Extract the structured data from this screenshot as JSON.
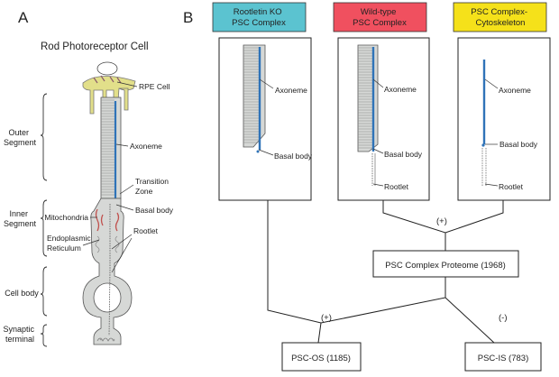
{
  "panel_a": {
    "letter": "A",
    "title": "Rod Photoreceptor Cell",
    "regions": {
      "outer_segment": [
        "Outer",
        "Segment"
      ],
      "inner_segment": [
        "Inner",
        "Segment"
      ],
      "cell_body": "Cell body",
      "synaptic_terminal": [
        "Synaptic",
        "terminal"
      ]
    },
    "labels": {
      "rpe_cell": "RPE Cell",
      "axoneme": "Axoneme",
      "transition_zone": [
        "Transition",
        "Zone"
      ],
      "basal_body": "Basal body",
      "mitochondria": "Mitochondria",
      "endoplasmic_reticulum": [
        "Endoplasmic",
        "Reticulum"
      ],
      "rootlet": "Rootlet"
    }
  },
  "panel_b": {
    "letter": "B",
    "complexes": [
      {
        "title": [
          "Rootletin KO",
          "PSC Complex"
        ],
        "color": "#5bc3d0",
        "labels": {
          "axoneme": "Axoneme",
          "basal_body": "Basal body"
        }
      },
      {
        "title": [
          "Wild-type",
          "PSC Complex"
        ],
        "color": "#f0505f",
        "labels": {
          "axoneme": "Axoneme",
          "basal_body": "Basal body",
          "rootlet": "Rootlet"
        }
      },
      {
        "title": [
          "PSC Complex-",
          "Cytoskeleton"
        ],
        "color": "#f5e11a",
        "labels": {
          "axoneme": "Axoneme",
          "basal_body": "Basal body",
          "rootlet": "Rootlet"
        }
      }
    ],
    "operators": {
      "top_join": "(+)",
      "left_join": "(+)",
      "right_join": "(-)"
    },
    "proteome": "PSC Complex Proteome (1968)",
    "outputs": {
      "os": "PSC-OS (1185)",
      "is": "PSC-IS (783)"
    }
  },
  "colors": {
    "axoneme_blue": "#2f73b8",
    "rpe_yellow": "#e2df8a",
    "rod_fill": "#d6d8d6",
    "mito_red": "#c0504d"
  }
}
